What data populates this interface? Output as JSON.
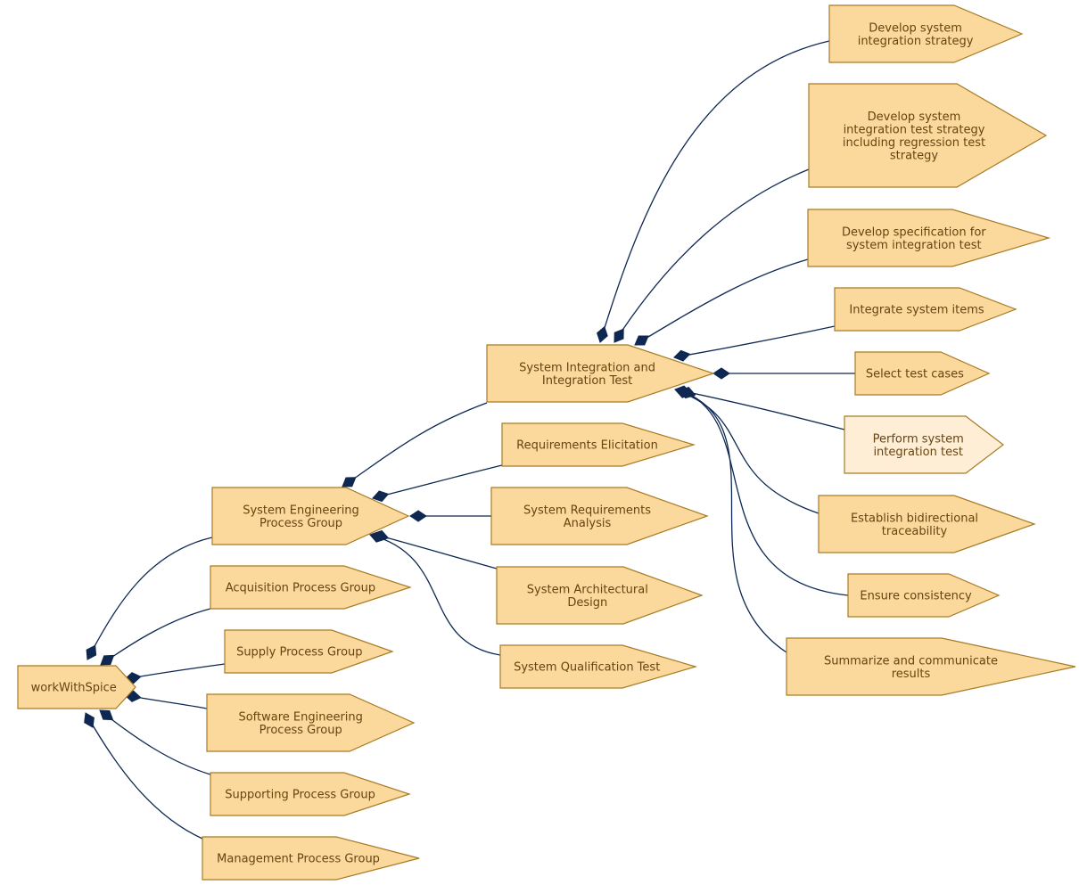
{
  "colors": {
    "node_fill": "#fbd99c",
    "node_fill_highlight": "#fdeed5",
    "node_stroke": "#a87b25",
    "text": "#694311",
    "edge": "#0e2852"
  },
  "nodes": {
    "root": [
      "workWithSpice"
    ],
    "acq": [
      "Acquisition Process Group"
    ],
    "sup": [
      "Supply Process Group"
    ],
    "seng": [
      "System Engineering",
      "Process Group"
    ],
    "sweng": [
      "Software Engineering",
      "Process Group"
    ],
    "supp": [
      "Supporting Process Group"
    ],
    "mgmt": [
      "Management Process Group"
    ],
    "reqel": [
      "Requirements Elicitation"
    ],
    "sysreq": [
      "System Requirements",
      "Analysis"
    ],
    "sysarch": [
      "System Architectural",
      "Design"
    ],
    "sysqual": [
      "System Qualification Test"
    ],
    "sysint": [
      "System Integration and",
      "Integration Test"
    ],
    "t1": [
      "Develop system",
      "integration strategy"
    ],
    "t2": [
      "Develop system",
      "integration test strategy",
      "including regression test",
      "strategy"
    ],
    "t3": [
      "Develop specification for",
      "system integration test"
    ],
    "t4": [
      "Integrate system items"
    ],
    "t5": [
      "Select test cases"
    ],
    "t6": [
      "Perform system",
      "integration test"
    ],
    "t7": [
      "Establish bidirectional",
      "traceability"
    ],
    "t8": [
      "Ensure consistency"
    ],
    "t9": [
      "Summarize and communicate",
      "results"
    ]
  }
}
